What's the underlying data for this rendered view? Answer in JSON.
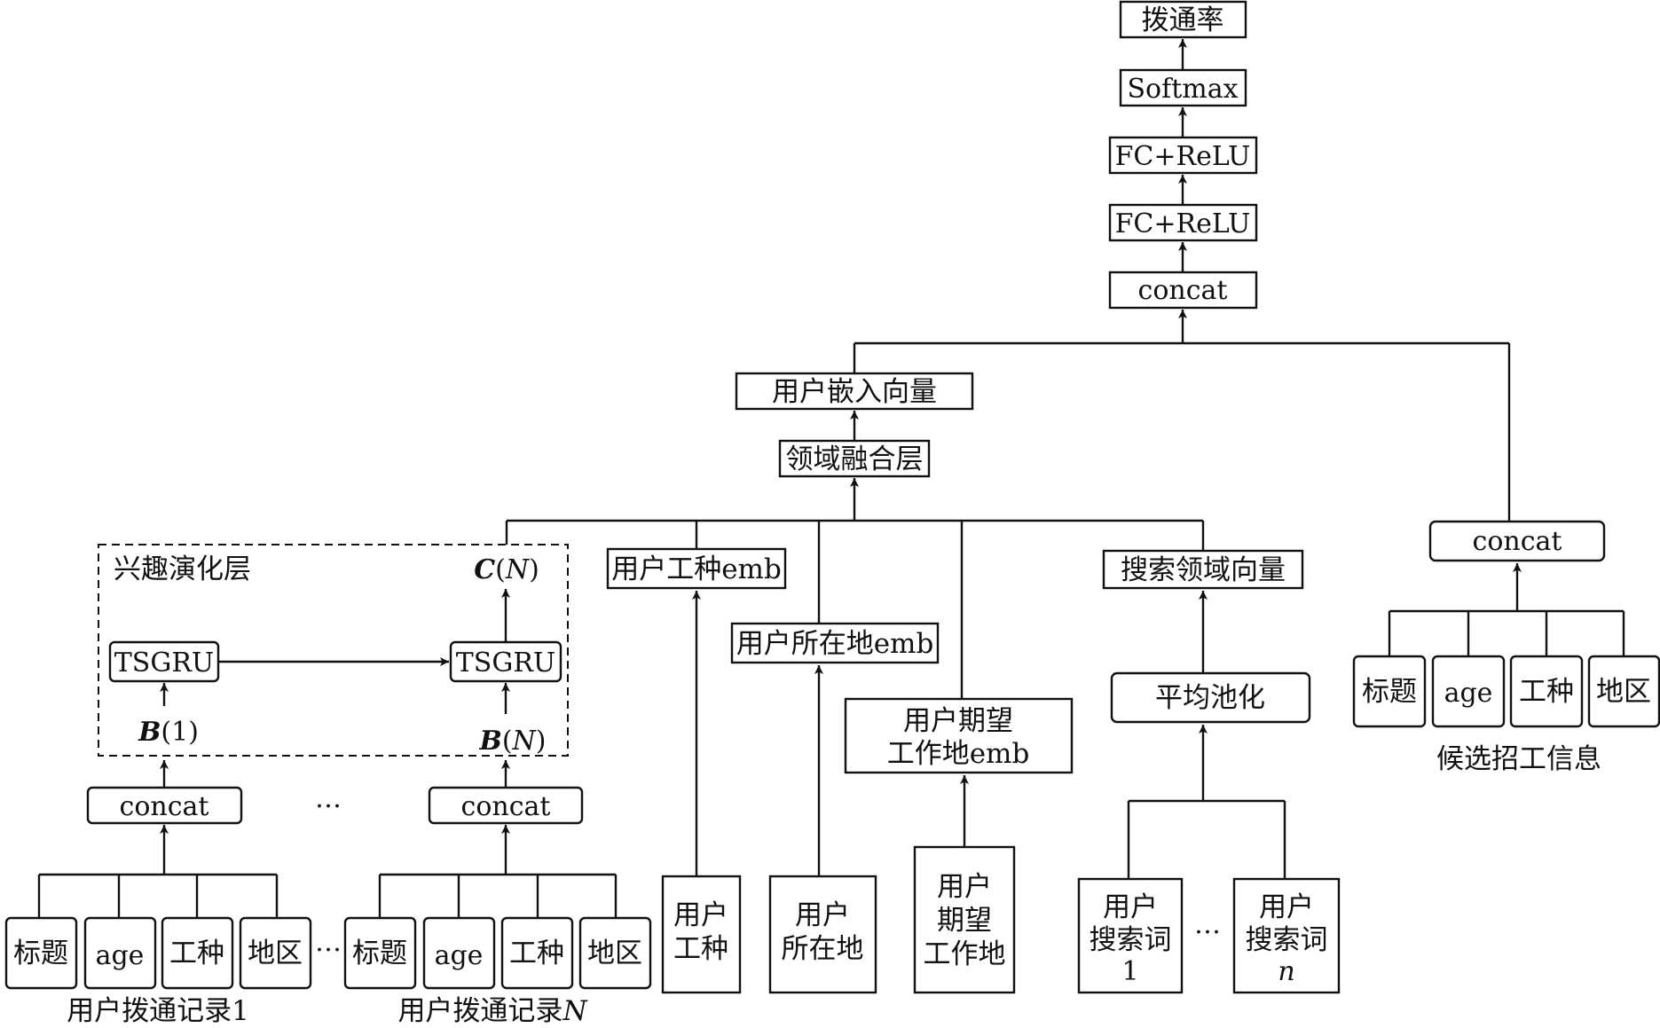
{
  "output": {
    "dial_rate": "拨通率",
    "softmax": "Softmax",
    "fc_relu_1": "FC+ReLU",
    "fc_relu_2": "FC+ReLU",
    "concat_top": "concat"
  },
  "user_branch": {
    "user_embedding": "用户嵌入向量",
    "domain_fusion": "领域融合层"
  },
  "interest_evolution": {
    "title": "兴趣演化层",
    "gru_1": "TSGRU",
    "gru_n": "TSGRU",
    "b1": "B",
    "b1_arg": "(1)",
    "bn": "B",
    "bn_open": "(",
    "bn_arg": "N",
    "bn_close": ")",
    "cn": "C",
    "cn_open": "(",
    "cn_arg": "N",
    "cn_close": ")"
  },
  "records": {
    "concat_1": "concat",
    "concat_n": "concat",
    "ellipsis_mid": "…",
    "ellipsis_bottom": "…",
    "fields_1": [
      "标题",
      "age",
      "工种",
      "地区"
    ],
    "fields_n": [
      "标题",
      "age",
      "工种",
      "地区"
    ],
    "label_1": "用户拨通记录1",
    "label_n_prefix": "用户拨通记录",
    "label_n_suffix": "N"
  },
  "user_features": {
    "job_emb": "用户工种emb",
    "location_emb": "用户所在地emb",
    "expected_emb_line1": "用户期望",
    "expected_emb_line2": "工作地emb",
    "job_input_line1": "用户",
    "job_input_line2": "工种",
    "location_input_line1": "用户",
    "location_input_line2": "所在地",
    "expected_input_line1": "用户",
    "expected_input_line2": "期望",
    "expected_input_line3": "工作地"
  },
  "search": {
    "search_vector": "搜索领域向量",
    "avg_pooling": "平均池化",
    "term1_line1": "用户",
    "term1_line2": "搜索词",
    "term1_line3": "1",
    "termn_line1": "用户",
    "termn_line2": "搜索词",
    "termn_line3": "n",
    "ellipsis": "…"
  },
  "candidate": {
    "concat": "concat",
    "fields": [
      "标题",
      "age",
      "工种",
      "地区"
    ],
    "label": "候选招工信息"
  }
}
